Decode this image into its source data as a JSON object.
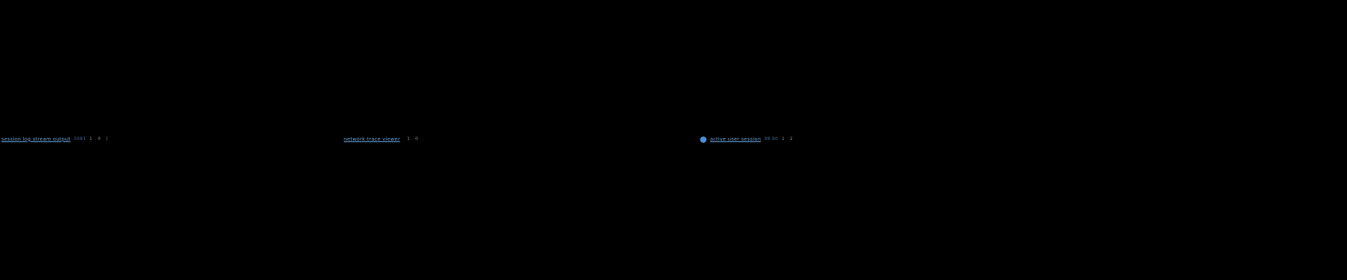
{
  "colors": {
    "background": "#000000",
    "link": "#6ea8e0",
    "dot": "#4a90d9",
    "badge": "#3f6fa0",
    "meta": "#8a97a0"
  },
  "markers": [
    {
      "link": "session log stream output",
      "badge": "5081",
      "meta": "1 0 |"
    },
    {
      "link": "network trace viewer",
      "badge": "",
      "meta": "1 0"
    },
    {
      "link": "active user session",
      "badge": "98 90",
      "meta": "1 2"
    }
  ]
}
